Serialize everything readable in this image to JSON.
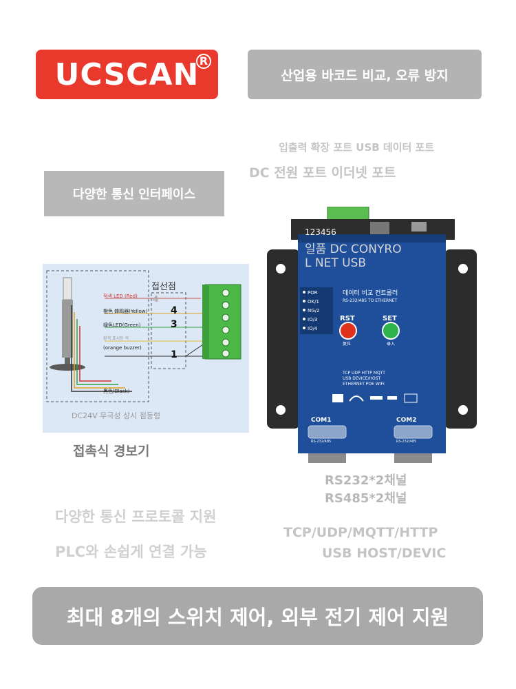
{
  "logo": {
    "text": "UCSCAN",
    "reg": "R"
  },
  "tagline": "산업용 바코드 비교, 오류 방지",
  "ports": {
    "line1": "입출력 확장 포트 USB 데이터 포트",
    "line2": "DC 전원 포트 이더넷 포트"
  },
  "interface_label": "다양한 통신 인터페이스",
  "diagram": {
    "contact_title": "접선점",
    "rows": [
      {
        "label": "적색 LED (Red)",
        "num": "4"
      },
      {
        "label": "橙色 蜂鸣器(Yellow)",
        "num": "4"
      },
      {
        "label": "绿色LED(Green)",
        "num": "3"
      },
      {
        "label": "황색 표시등 색",
        "num": ""
      },
      {
        "label": "(orange buzzer)",
        "num": ""
      },
      {
        "label": "",
        "num": "1"
      }
    ],
    "black_label": "黑色(Black)",
    "footer": "DC24V 무극성 상시 점등형"
  },
  "alarm_label": "접촉식 경보기",
  "device": {
    "top_numbers": "123456",
    "overlay1": "일품 DC CONYRO",
    "overlay2": "L NET USB",
    "title": "데이터 비교 컨트롤러",
    "subtitle": "RS-232/485 TO ETHERNET",
    "leds": [
      "POR",
      "OK/1",
      "NG/2",
      "IO/3",
      "IO/4"
    ],
    "rst": "RST",
    "rst_sub": "复位",
    "set": "SET",
    "set_sub": "录入",
    "features": [
      "TCP UDP HTTP MQTT",
      "USB DEVICE/HOST",
      "ETHERNET POE WIFI"
    ],
    "com1": "COM1",
    "com2": "COM2",
    "com_sub": "RS-232/485"
  },
  "channels": {
    "line1": "RS232*2채널",
    "line2": "RS485*2채널"
  },
  "protocol": {
    "line1": "다양한 통신 프로토콜 지원",
    "line2": "PLC와 손쉽게 연결 가능"
  },
  "tcp": {
    "line1": "TCP/UDP/MQTT/HTTP",
    "line2": "USB HOST/DEVIC"
  },
  "bottom_banner": "최대 8개의 스위치 제어, 외부 전기 제어 지원",
  "colors": {
    "logo_red": "#e8392c",
    "device_blue": "#1f4f9a",
    "rst_red": "#e0301e",
    "set_green": "#2fb24a"
  }
}
